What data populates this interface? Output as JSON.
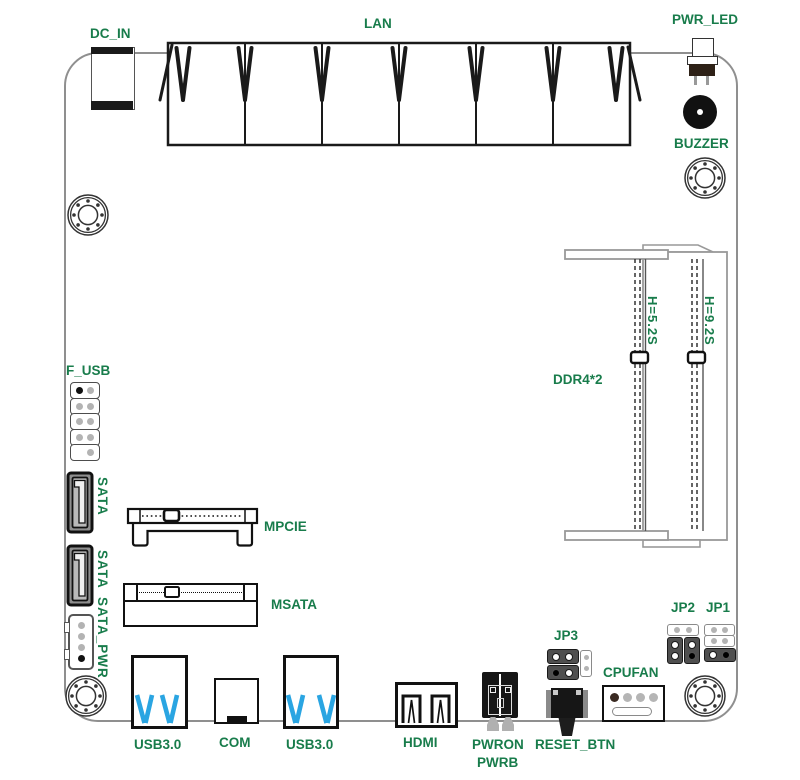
{
  "board": {
    "labels": {
      "dc_in": "DC_IN",
      "lan": "LAN",
      "pwr_led": "PWR_LED",
      "buzzer": "BUZZER",
      "ddr4": "DDR4*2",
      "dimm1_height": "H=5.2S",
      "dimm2_height": "H=9.2S",
      "f_usb": "F_USB",
      "sata": "SATA",
      "mpcie": "MPCIE",
      "msata": "MSATA",
      "sata_pwr": "SATA_PWR",
      "usb30": "USB3.0",
      "com": "COM",
      "hdmi": "HDMI",
      "pwron": "PWRON",
      "pwrb": "PWRB",
      "reset_btn": "RESET_BTN",
      "cpufan": "CPUFAN",
      "jp3": "JP3",
      "jp2": "JP2",
      "jp1": "JP1"
    },
    "colors": {
      "label_green": "#187c4b",
      "usb_blue": "#2aa5e2",
      "board_outline": "#8f8f8f",
      "component_black": "#1a1a1a"
    }
  }
}
